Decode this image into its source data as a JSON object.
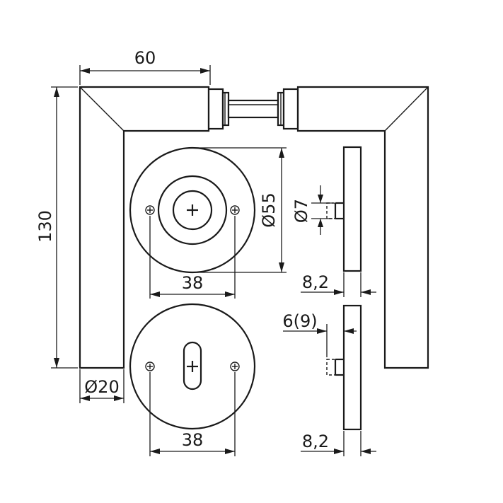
{
  "dimensions": {
    "lever_length": "60",
    "lever_height": "130",
    "rose_diameter": "Ø55",
    "screw_spacing_top": "38",
    "screw_spacing_bottom": "38",
    "lever_diameter": "Ø20",
    "spindle_diameter": "Ø7",
    "rose_thickness_top": "8,2",
    "rose_thickness_bottom": "8,2",
    "pin_length": "6(9)"
  },
  "colors": {
    "line": "#1a1a1a",
    "background": "#ffffff"
  }
}
